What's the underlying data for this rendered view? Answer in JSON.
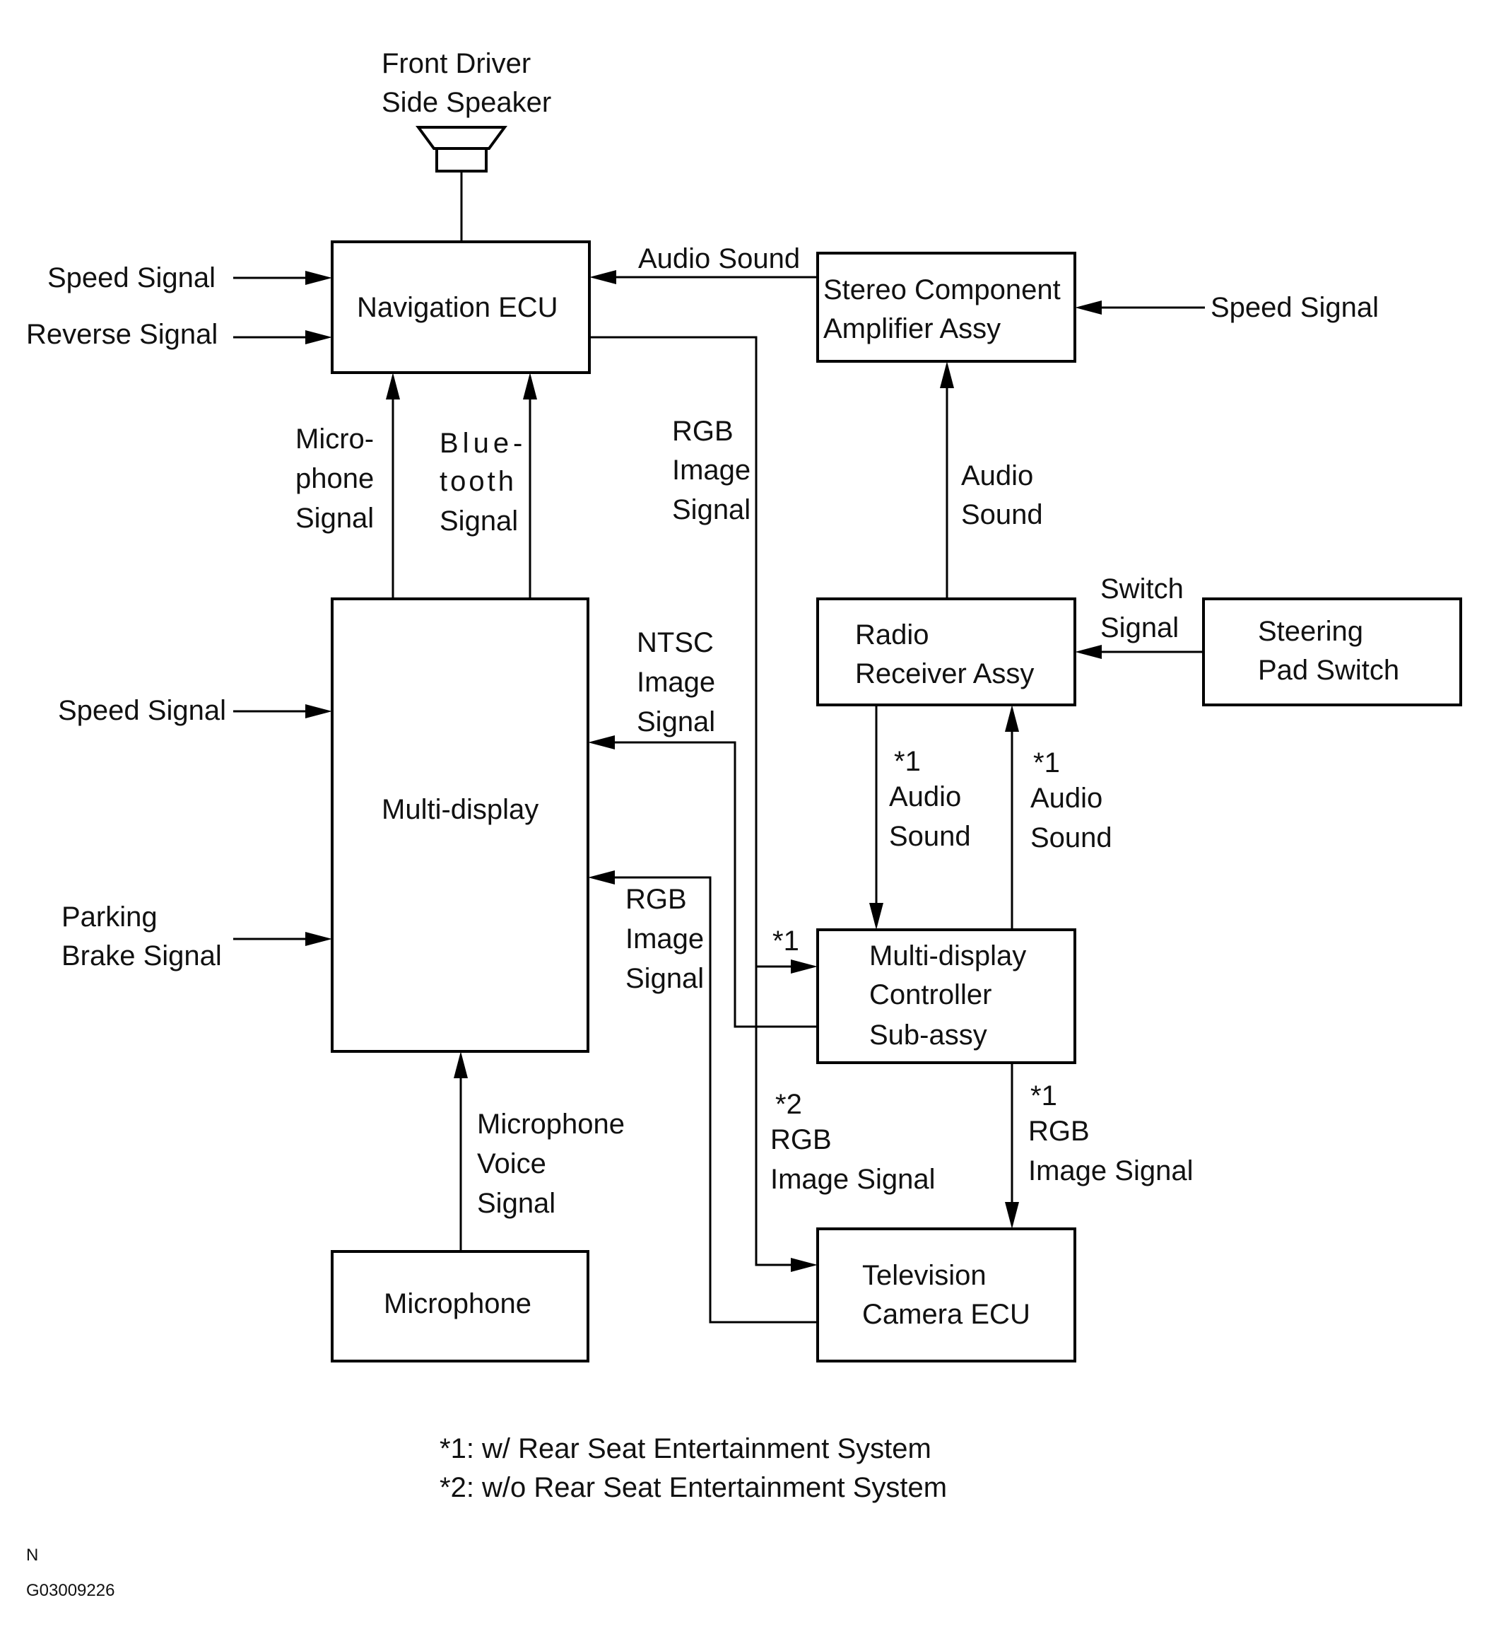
{
  "components": {
    "front_speaker": [
      "Front Driver",
      "Side Speaker"
    ],
    "navigation_ecu": "Navigation ECU",
    "stereo_amplifier": [
      "Stereo Component",
      "Amplifier Assy"
    ],
    "multi_display": "Multi-display",
    "radio_receiver": [
      "Radio",
      "Receiver Assy"
    ],
    "steering_pad_switch": [
      "Steering",
      "Pad Switch"
    ],
    "multi_display_controller": [
      "Multi-display",
      "Controller",
      "Sub-assy"
    ],
    "microphone": "Microphone",
    "television_camera_ecu": [
      "Television",
      "Camera ECU"
    ]
  },
  "signals": {
    "nav_speed": "Speed Signal",
    "nav_reverse": "Reverse Signal",
    "amp_to_nav_audio": "Audio Sound",
    "amp_speed": "Speed Signal",
    "microphone_signal": [
      "Micro-",
      "phone",
      "Signal"
    ],
    "bluetooth_signal": [
      "Blue-",
      "tooth",
      "Signal"
    ],
    "nav_rgb": [
      "RGB",
      "Image",
      "Signal"
    ],
    "radio_to_amp_audio": [
      "Audio",
      "Sound"
    ],
    "switch_signal": [
      "Switch",
      "Signal"
    ],
    "md_speed": "Speed Signal",
    "ntsc_signal": [
      "NTSC",
      "Image",
      "Signal"
    ],
    "radio_to_mdc_audio": [
      "*1",
      "Audio",
      "Sound"
    ],
    "mdc_to_radio_audio": [
      "*1",
      "Audio",
      "Sound"
    ],
    "camera_rgb": [
      "RGB",
      "Image",
      "Signal"
    ],
    "nav_to_mdc_note": "*1",
    "parking_brake": [
      "Parking",
      "Brake Signal"
    ],
    "mic_voice": [
      "Microphone",
      "Voice",
      "Signal"
    ],
    "nav_to_tv_rgb": [
      "*2",
      "RGB",
      "Image Signal"
    ],
    "mdc_to_tv_rgb": [
      "*1",
      "RGB",
      "Image Signal"
    ]
  },
  "notes": [
    "*1: w/ Rear Seat Entertainment System",
    "*2: w/o Rear Seat Entertainment System"
  ],
  "corner_code": "N",
  "figure_id": "G03009226"
}
